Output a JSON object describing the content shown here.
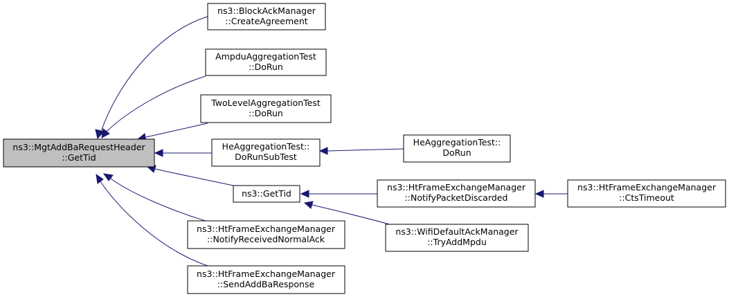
{
  "nodes": {
    "root": [
      "ns3::MgtAddBaRequestHeader",
      "::GetTid"
    ],
    "block_ack": [
      "ns3::BlockAckManager",
      "::CreateAgreement"
    ],
    "ampdu_test": [
      "AmpduAggregationTest",
      "::DoRun"
    ],
    "two_level_test": [
      "TwoLevelAggregationTest",
      "::DoRun"
    ],
    "he_subtest": [
      "HeAggregationTest::",
      "DoRunSubTest"
    ],
    "he_dorun": [
      "HeAggregationTest::",
      "DoRun"
    ],
    "get_tid": [
      "ns3::GetTid"
    ],
    "notify_discarded": [
      "ns3::HtFrameExchangeManager",
      "::NotifyPacketDiscarded"
    ],
    "cts_timeout": [
      "ns3::HtFrameExchangeManager",
      "::CtsTimeout"
    ],
    "try_add_mpdu": [
      "ns3::WifiDefaultAckManager",
      "::TryAddMpdu"
    ],
    "notify_normal_ack": [
      "ns3::HtFrameExchangeManager",
      "::NotifyReceivedNormalAck"
    ],
    "send_addba": [
      "ns3::HtFrameExchangeManager",
      "::SendAddBaResponse"
    ]
  },
  "colors": {
    "edge": "#191970",
    "root_fill": "#bfbfbf",
    "node_fill": "#ffffff",
    "node_border": "#000000"
  }
}
